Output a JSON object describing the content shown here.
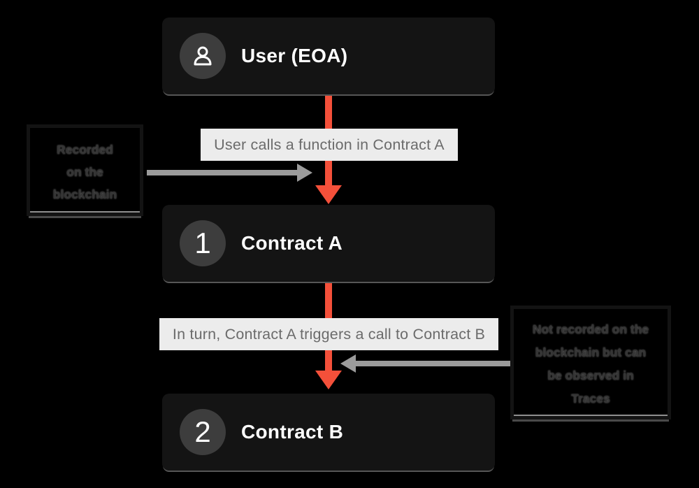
{
  "colors": {
    "background": "#000000",
    "node_background": "#141414",
    "bubble_background": "#3d3d3d",
    "accent_orange": "#f4503a",
    "connector_gray": "#9b9b9b",
    "flow_label_background": "#ececec",
    "flow_label_text": "#6b6b6b"
  },
  "nodes": [
    {
      "id": "user",
      "label": "User (EOA)",
      "icon": "person-icon"
    },
    {
      "id": "contract-a",
      "label": "Contract A",
      "badge": "1"
    },
    {
      "id": "contract-b",
      "label": "Contract B",
      "badge": "2"
    }
  ],
  "flow_labels": [
    {
      "text": "User calls a function in Contract A"
    },
    {
      "text": "In turn, Contract A triggers a call to Contract B"
    }
  ],
  "annotations": {
    "left": {
      "full_text": "Recorded on the blockchain",
      "lines": [
        "Recorded",
        "on the",
        "blockchain"
      ]
    },
    "right": {
      "full_text": "Not recorded on the blockchain but can be observed in Traces",
      "lines": [
        "Not recorded on the",
        "blockchain but can",
        "be observed in",
        "Traces"
      ]
    }
  }
}
